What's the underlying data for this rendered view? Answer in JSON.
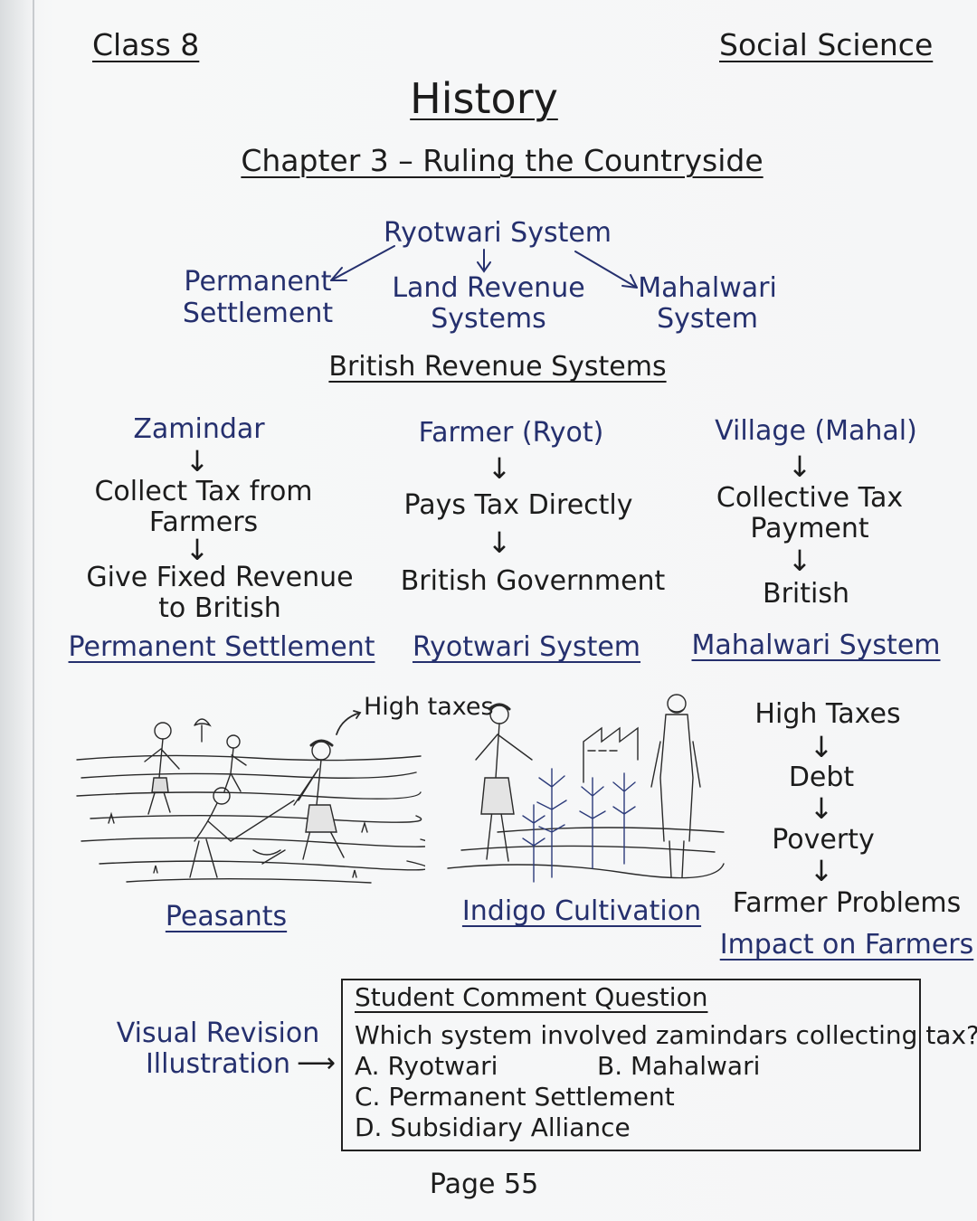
{
  "header": {
    "class_label": "Class 8",
    "subject": "Social Science"
  },
  "title": "History",
  "chapter": "Chapter 3 – Ruling the Countryside",
  "revenue_diagram": {
    "top": "Ryotwari System",
    "center_line1": "Land Revenue",
    "center_line2": "Systems",
    "left_line1": "Permanent",
    "left_line2": "Settlement",
    "right_line1": "Mahalwari",
    "right_line2": "System",
    "caption": "British Revenue Systems"
  },
  "flows": {
    "permanent": {
      "head": "Zamindar",
      "step1_line1": "Collect Tax from",
      "step1_line2": "Farmers",
      "step2_line1": "Give Fixed Revenue",
      "step2_line2": "to British",
      "caption": "Permanent Settlement"
    },
    "ryotwari": {
      "head": "Farmer (Ryot)",
      "step1": "Pays Tax Directly",
      "step2": "British Government",
      "caption": "Ryotwari System"
    },
    "mahalwari": {
      "head": "Village (Mahal)",
      "step1_line1": "Collective Tax",
      "step1_line2": "Payment",
      "step2": "British",
      "caption": "Mahalwari System"
    }
  },
  "illustrations": {
    "peasants_note": "High taxes",
    "peasants_caption": "Peasants",
    "indigo_caption": "Indigo Cultivation"
  },
  "impact": {
    "steps": [
      "High Taxes",
      "Debt",
      "Poverty",
      "Farmer Problems"
    ],
    "caption": "Impact on Farmers"
  },
  "side_label": {
    "line1": "Visual Revision",
    "line2": "Illustration"
  },
  "question": {
    "heading": "Student Comment Question",
    "text": "Which system involved zamindars collecting tax?",
    "option_a": "A. Ryotwari",
    "option_b": "B. Mahalwari",
    "option_c": "C. Permanent Settlement",
    "option_d": "D. Subsidiary Alliance"
  },
  "footer": {
    "page": "Page 55"
  },
  "colors": {
    "ink_blue": "#25306e",
    "ink_black": "#1c1c1c",
    "paper": "#f5f6f7"
  }
}
